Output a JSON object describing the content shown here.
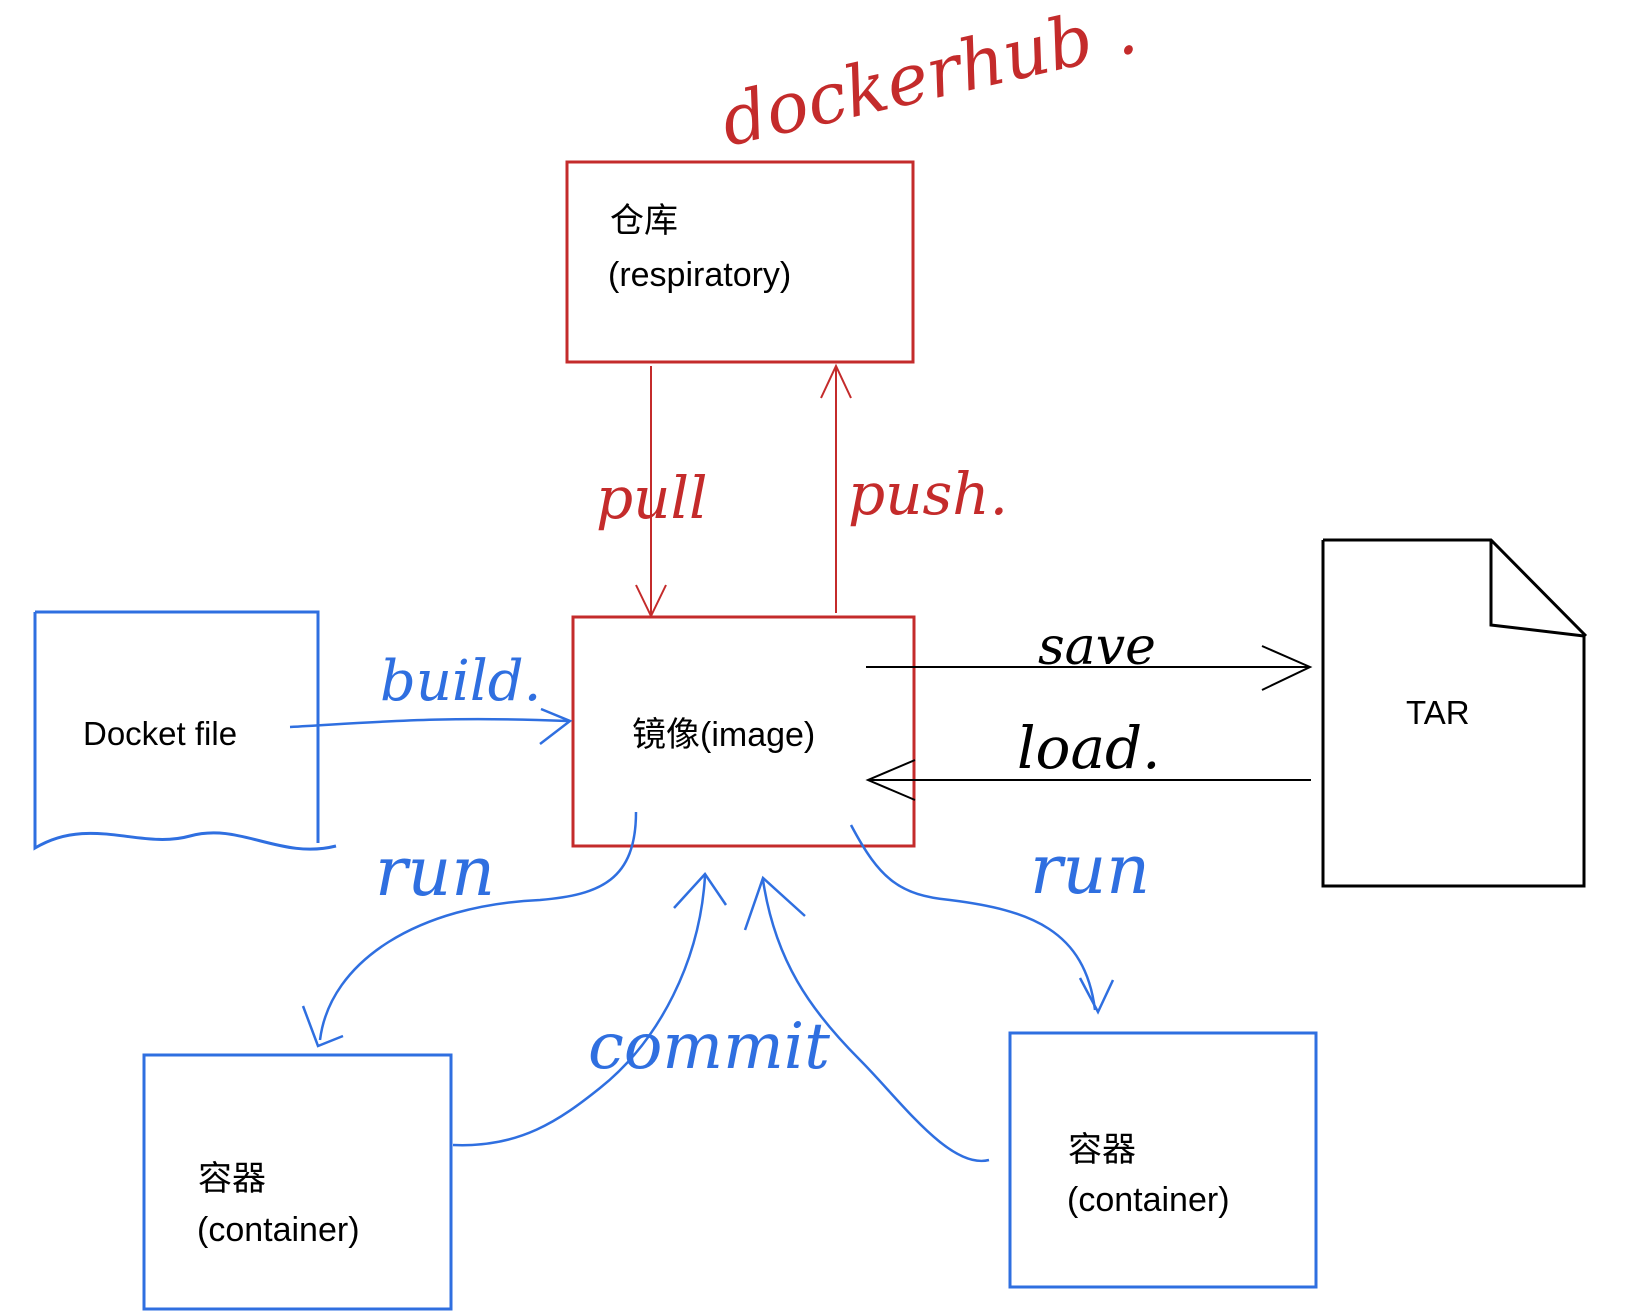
{
  "colors": {
    "red": "#c42b2b",
    "blue": "#2f6fe0",
    "black": "#000000"
  },
  "nodes": {
    "repository": {
      "line1": "仓库",
      "line2": "(respiratory)",
      "annotation": "dockerhub ."
    },
    "image": {
      "label": "镜像(image)"
    },
    "dockerfile": {
      "label": "Docket file"
    },
    "tar": {
      "label": "TAR"
    },
    "container_left": {
      "line1": "容器",
      "line2": "(container)"
    },
    "container_right": {
      "line1": "容器",
      "line2": "(container)"
    }
  },
  "edges": {
    "pull": "pull",
    "push": "push.",
    "build": "build.",
    "save": "save",
    "load": "load.",
    "run_left": "run",
    "run_right": "run",
    "commit": "commit"
  }
}
